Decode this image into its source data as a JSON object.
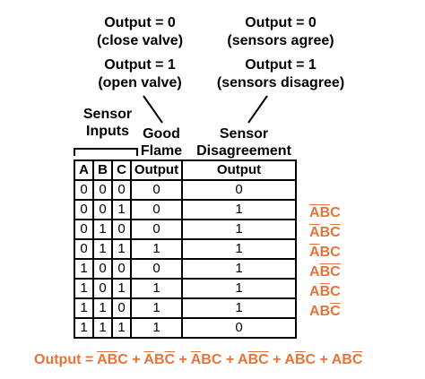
{
  "notes": {
    "left_top": [
      "Output = 0",
      "(close valve)"
    ],
    "left_bottom": [
      "Output = 1",
      "(open valve)"
    ],
    "right_top": [
      "Output = 0",
      "(sensors agree)"
    ],
    "right_bottom": [
      "Output = 1",
      "(sensors disagree)"
    ]
  },
  "headers": {
    "sensor_inputs": [
      "Sensor",
      "Inputs"
    ],
    "good_flame": [
      "Good",
      "Flame"
    ],
    "sensor_disagreement": [
      "Sensor",
      "Disagreement"
    ]
  },
  "table": {
    "columns": [
      "A",
      "B",
      "C",
      "Output",
      "Output"
    ],
    "rows": [
      [
        "0",
        "0",
        "0",
        "0",
        "0"
      ],
      [
        "0",
        "0",
        "1",
        "0",
        "1"
      ],
      [
        "0",
        "1",
        "0",
        "0",
        "1"
      ],
      [
        "0",
        "1",
        "1",
        "1",
        "1"
      ],
      [
        "1",
        "0",
        "0",
        "0",
        "1"
      ],
      [
        "1",
        "0",
        "1",
        "1",
        "1"
      ],
      [
        "1",
        "1",
        "0",
        "1",
        "1"
      ],
      [
        "1",
        "1",
        "1",
        "1",
        "0"
      ]
    ]
  },
  "terms": [
    {
      "row": 1,
      "parts": [
        [
          "A",
          true
        ],
        [
          "B",
          true
        ],
        [
          "C",
          false
        ]
      ]
    },
    {
      "row": 2,
      "parts": [
        [
          "A",
          true
        ],
        [
          "B",
          false
        ],
        [
          "C",
          true
        ]
      ]
    },
    {
      "row": 3,
      "parts": [
        [
          "A",
          true
        ],
        [
          "B",
          false
        ],
        [
          "C",
          false
        ]
      ]
    },
    {
      "row": 4,
      "parts": [
        [
          "A",
          false
        ],
        [
          "B",
          true
        ],
        [
          "C",
          true
        ]
      ]
    },
    {
      "row": 5,
      "parts": [
        [
          "A",
          false
        ],
        [
          "B",
          true
        ],
        [
          "C",
          false
        ]
      ]
    },
    {
      "row": 6,
      "parts": [
        [
          "A",
          false
        ],
        [
          "B",
          false
        ],
        [
          "C",
          true
        ]
      ]
    }
  ],
  "equation": {
    "prefix": "Output = ",
    "separator": " + "
  },
  "colors": {
    "accent": "#e8733a",
    "ink": "#000000"
  }
}
